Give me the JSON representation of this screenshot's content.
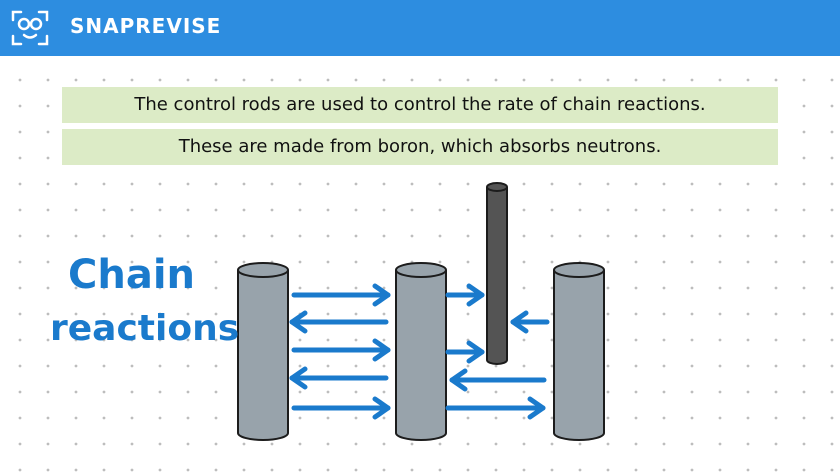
{
  "brand": {
    "name": "SNAPREVISE",
    "logo": "glasses-face-logo"
  },
  "banners": [
    "The control rods are used to control the rate of chain reactions.",
    "These are made from boron, which absorbs neutrons."
  ],
  "diagram": {
    "label_line1": "Chain",
    "label_line2": "reactions"
  },
  "colors": {
    "header": "#2d8de0",
    "banner": "#dcebc6",
    "rod": "#98a3ab",
    "control_rod": "#545454",
    "arrow": "#1a7acc",
    "dots": "#bdbdbd"
  }
}
